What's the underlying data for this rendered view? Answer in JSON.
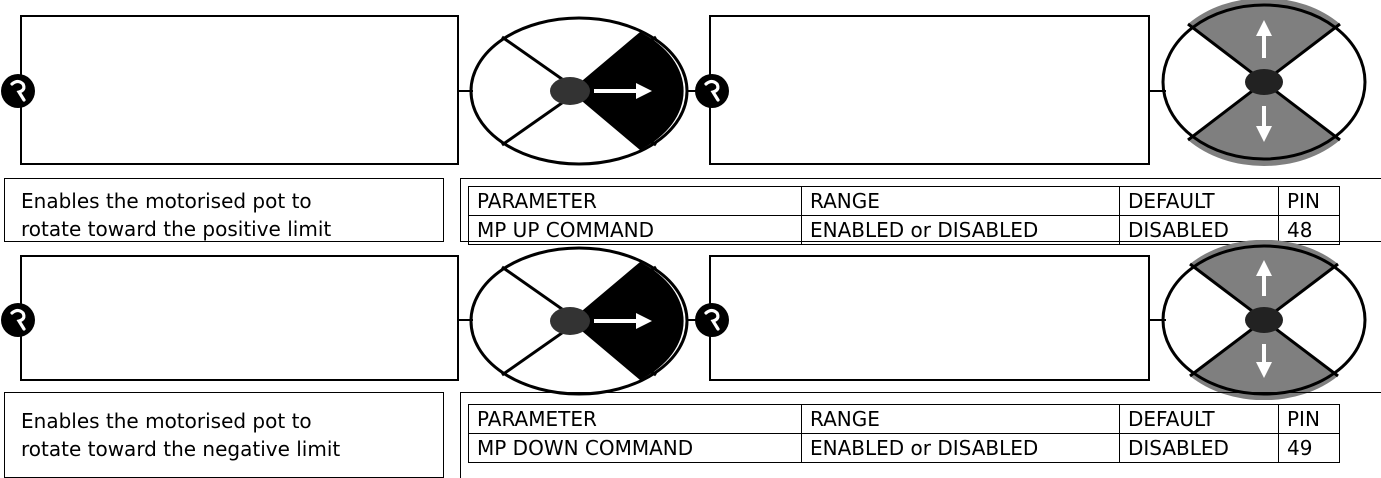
{
  "blocks": [
    {
      "description": [
        "Enables the motorised pot to",
        "rotate toward the positive limit"
      ],
      "table": {
        "headers": [
          "PARAMETER",
          "RANGE",
          "DEFAULT",
          "PIN"
        ],
        "row": [
          "MP UP COMMAND",
          "ENABLED or DISABLED",
          "DISABLED",
          "48"
        ]
      }
    },
    {
      "description": [
        "Enables the motorised pot to",
        "rotate toward the negative limit"
      ],
      "table": {
        "headers": [
          "PARAMETER",
          "RANGE",
          "DEFAULT",
          "PIN"
        ],
        "row": [
          "MP DOWN COMMAND",
          "ENABLED or DISABLED",
          "DISABLED",
          "49"
        ]
      }
    }
  ],
  "icons": {
    "menu_marker": "r-marker-icon",
    "right_dial": "right-arrow-dial-icon",
    "updown_dial": "up-down-arrow-dial-icon"
  },
  "colors": {
    "dial_active": "#000000",
    "dial_gray": "#7f7f7f"
  }
}
